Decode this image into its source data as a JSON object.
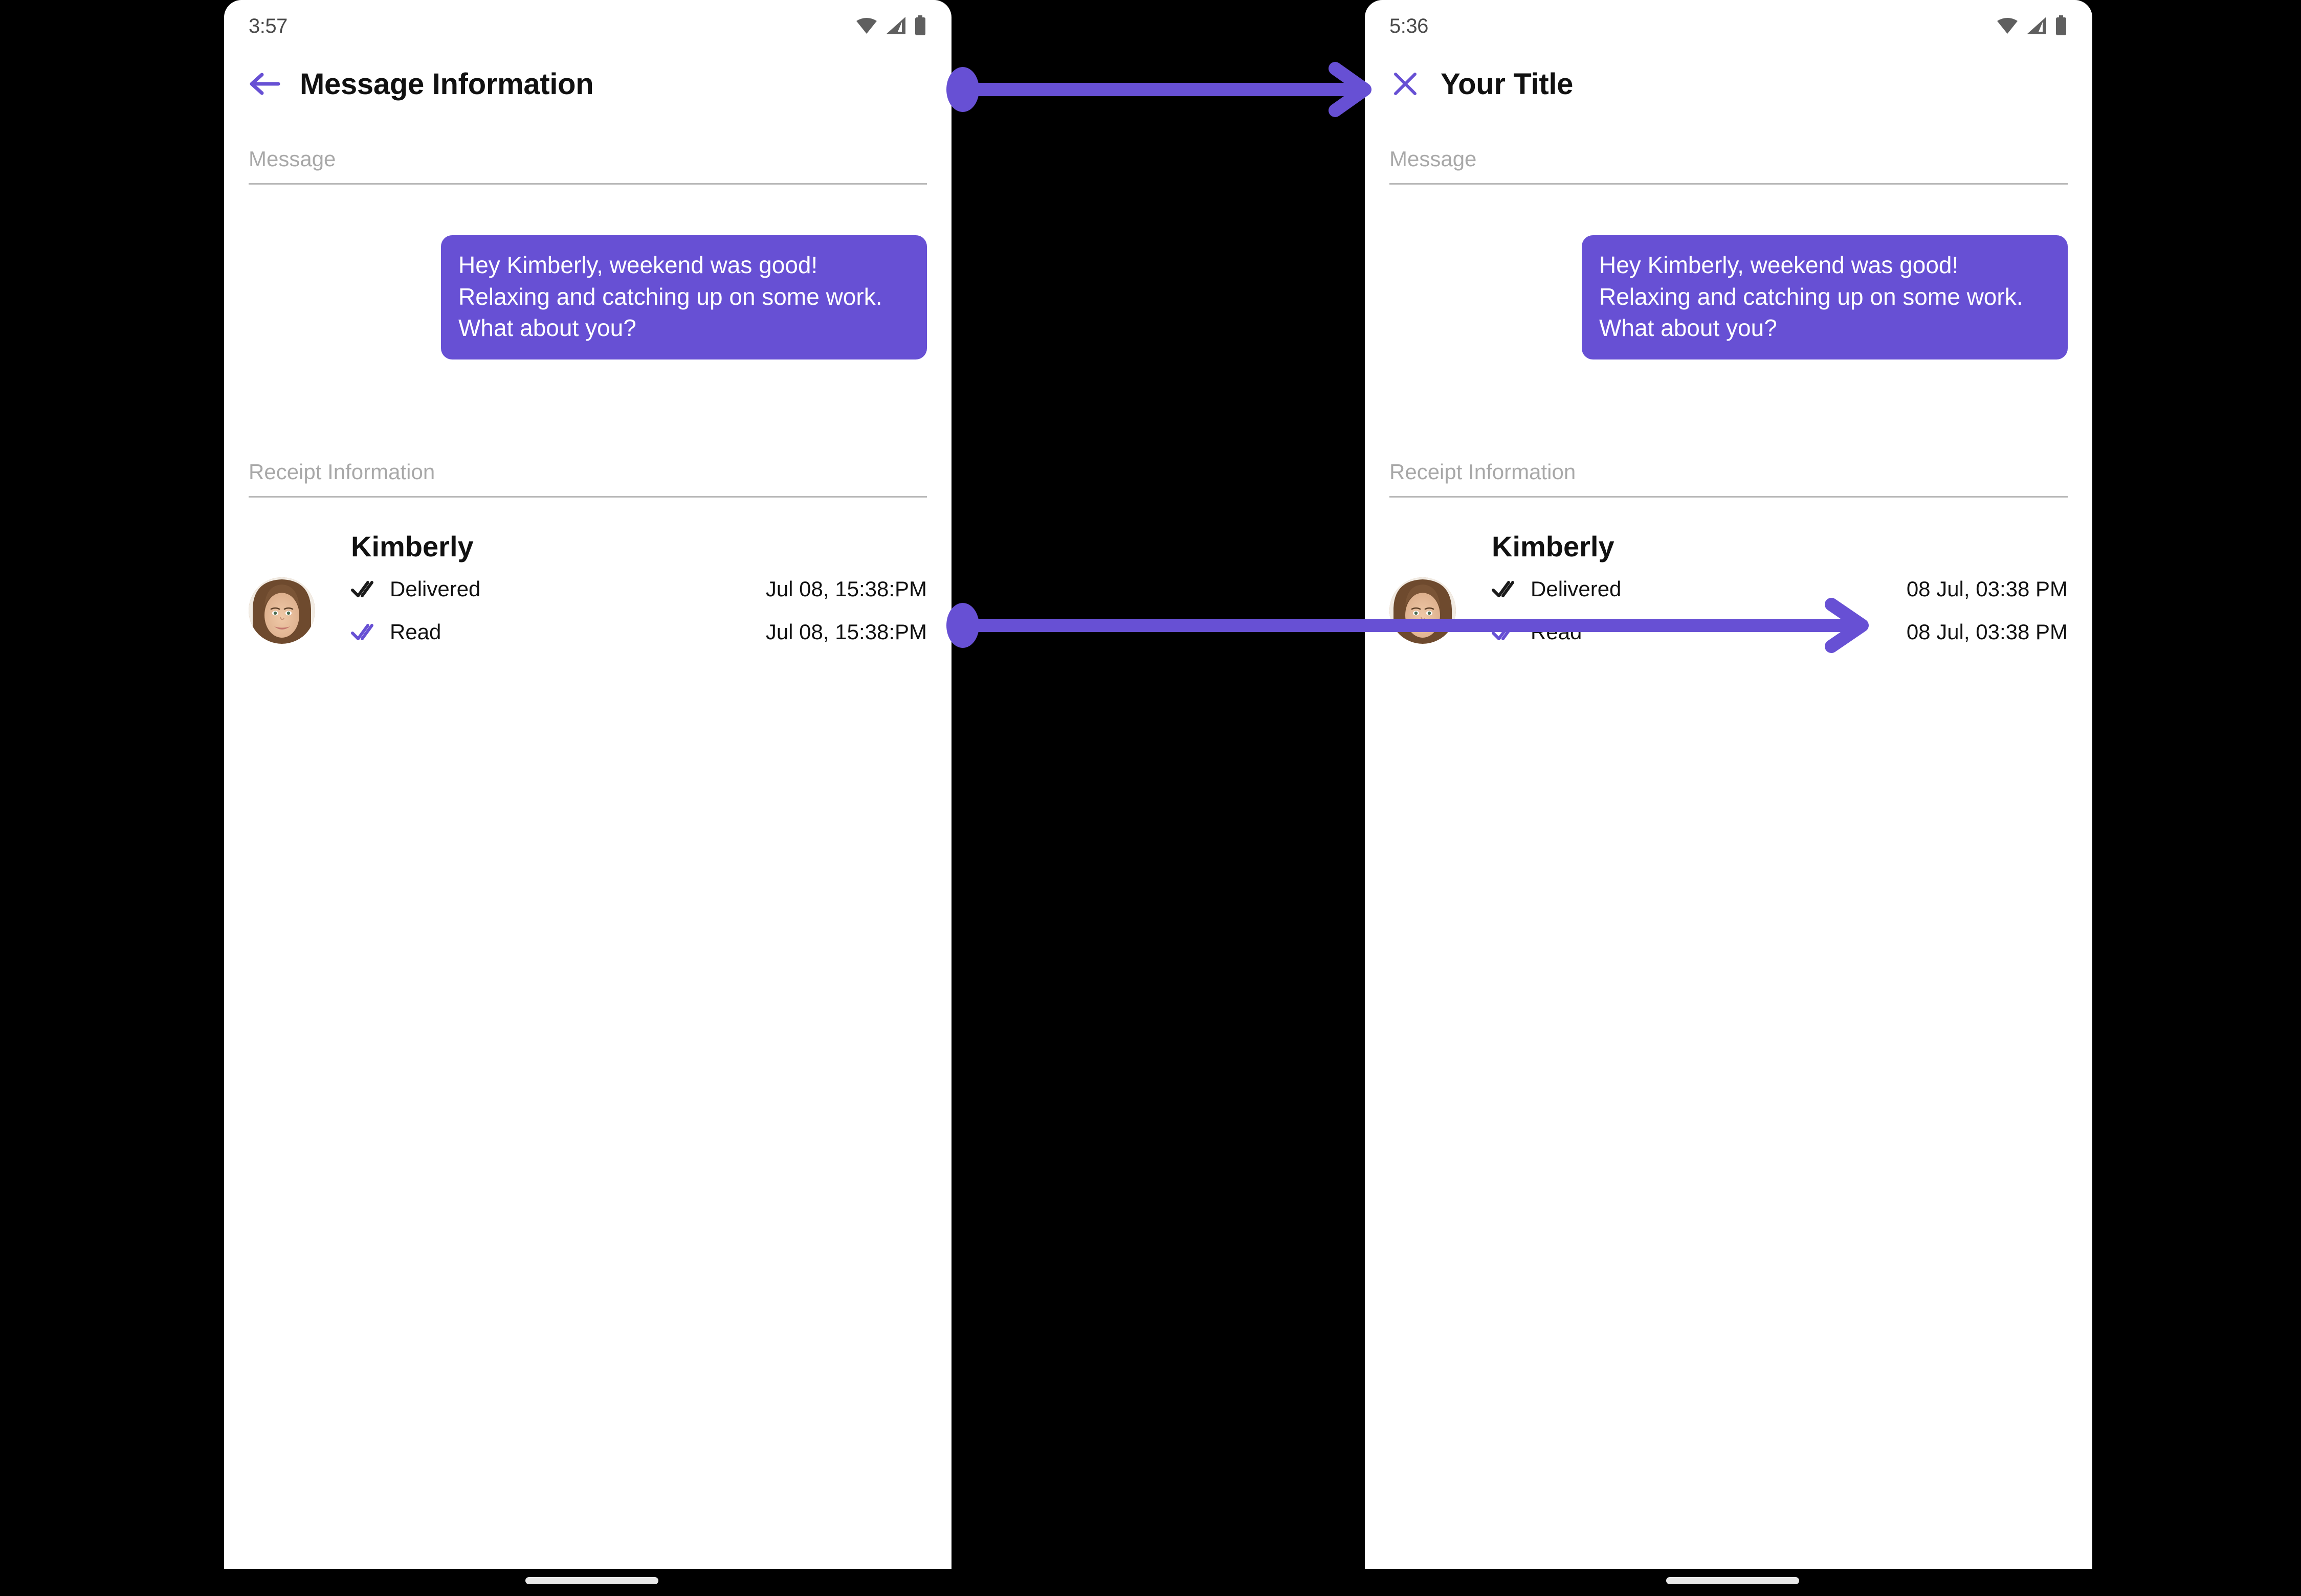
{
  "accent_color": "#6750D4",
  "panels": [
    {
      "id": "left",
      "status": {
        "time": "3:57",
        "wifi_icon": "wifi-icon",
        "signal_icon": "signal-icon",
        "battery_icon": "battery-icon"
      },
      "app_bar": {
        "nav_icon": "back-arrow-icon",
        "title": "Message Information"
      },
      "message_section": {
        "label": "Message",
        "bubble_text": "Hey Kimberly, weekend was good!  Relaxing and catching up on some work.  What about you?"
      },
      "receipt_section": {
        "label": "Receipt Information",
        "name": "Kimberly",
        "avatar_icon": "avatar-photo",
        "rows": [
          {
            "icon": "double-check-icon",
            "icon_color": "#1b1b1b",
            "status": "Delivered",
            "time": "Jul 08, 15:38:PM"
          },
          {
            "icon": "double-check-icon",
            "icon_color": "#6750D4",
            "status": "Read",
            "time": "Jul 08, 15:38:PM"
          }
        ]
      }
    },
    {
      "id": "right",
      "status": {
        "time": "5:36",
        "wifi_icon": "wifi-icon",
        "signal_icon": "signal-icon",
        "battery_icon": "battery-icon"
      },
      "app_bar": {
        "nav_icon": "close-x-icon",
        "title": "Your Title"
      },
      "message_section": {
        "label": "Message",
        "bubble_text": "Hey Kimberly, weekend was good!  Relaxing and catching up on some work.  What about you?"
      },
      "receipt_section": {
        "label": "Receipt Information",
        "name": "Kimberly",
        "avatar_icon": "avatar-photo",
        "rows": [
          {
            "icon": "double-check-icon",
            "icon_color": "#1b1b1b",
            "status": "Delivered",
            "time": "08 Jul, 03:38 PM"
          },
          {
            "icon": "double-check-icon",
            "icon_color": "#6750D4",
            "status": "Read",
            "time": "08 Jul, 03:38 PM"
          }
        ]
      }
    }
  ],
  "annotations": [
    {
      "id": "arrow-title",
      "icon": "annotation-arrow-icon",
      "color": "#6750D4"
    },
    {
      "id": "arrow-receipt",
      "icon": "annotation-arrow-icon",
      "color": "#6750D4"
    }
  ]
}
